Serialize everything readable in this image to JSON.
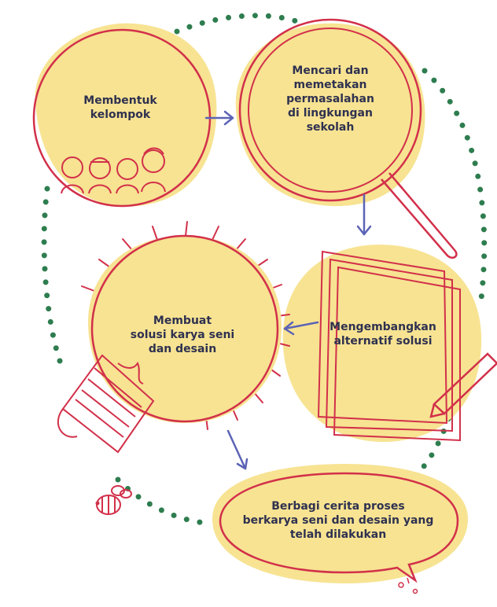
{
  "diagram": {
    "steps": [
      {
        "id": 1,
        "label": "Membentuk\nkelompok"
      },
      {
        "id": 2,
        "label": "Mencari dan\nmemetakan\npermasalahan\ndi lingkungan\nsekolah"
      },
      {
        "id": 3,
        "label": "Mengembangkan\nalternatif solusi"
      },
      {
        "id": 4,
        "label": "Membuat\nsolusi karya seni\ndan desain"
      },
      {
        "id": 5,
        "label": "Berbagi cerita proses\nberkarya seni dan desain yang\ntelah dilakukan"
      }
    ],
    "colors": {
      "blob": "#f7e392",
      "outline": "#d2304a",
      "arrow": "#5b63b5",
      "dots": "#2e7d4f",
      "text": "#2f3150"
    }
  }
}
